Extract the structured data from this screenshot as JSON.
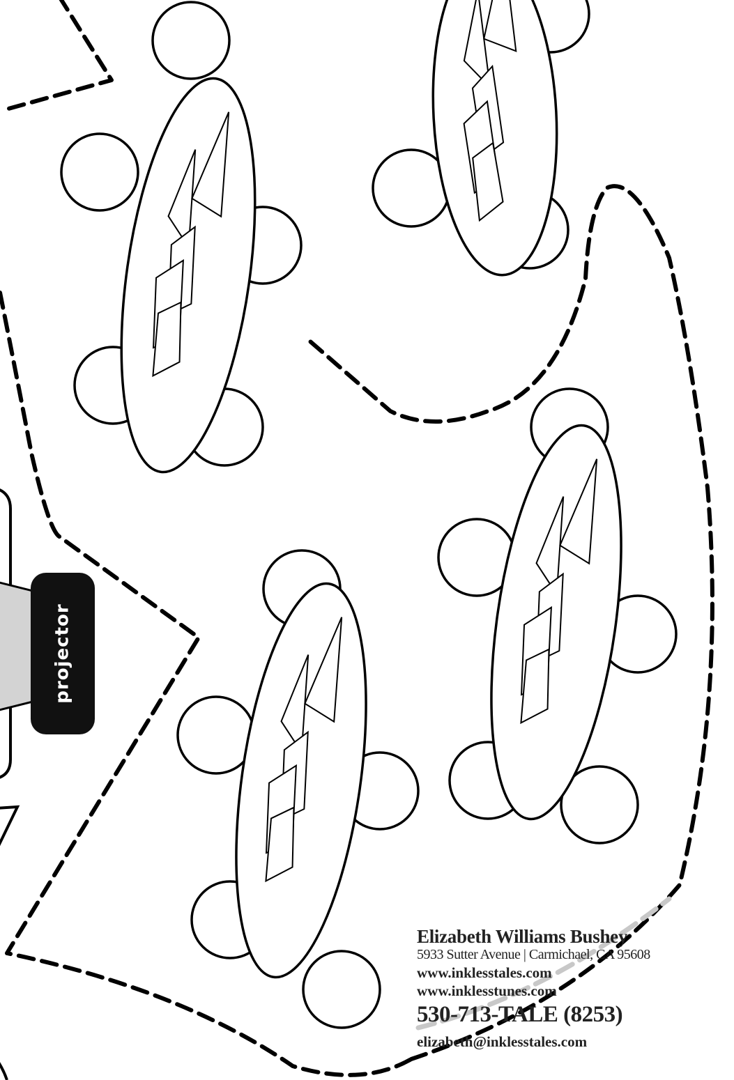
{
  "diagram": {
    "projector_label": "projector",
    "tables": [
      {
        "id": "table-top-left"
      },
      {
        "id": "table-top-right"
      },
      {
        "id": "table-middle-right"
      },
      {
        "id": "table-bottom-center"
      }
    ]
  },
  "contact": {
    "name": "Elizabeth Williams Bushey",
    "address": "5933 Sutter Avenue | Carmichael, CA 95608",
    "website1": "www.inklesstales.com",
    "website2": "www.inklesstunes.com",
    "phone": "530-713-TALE (8253)",
    "email": "elizabeth@inklesstales.com"
  },
  "colors": {
    "ink": "#000000",
    "screen_fill": "#d3d3d3",
    "watermark_dash": "#c8c8c8",
    "label_background": "#111111"
  }
}
